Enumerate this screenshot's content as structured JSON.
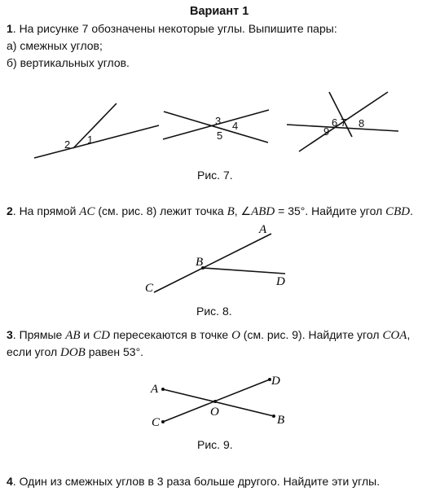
{
  "title": "Вариант 1",
  "task1": {
    "num": "1",
    "text": ". На рисунке 7 обозначены некоторые углы. Выпишите пары:",
    "a": "а) смежных углов;",
    "b": "б) вертикальных углов."
  },
  "fig7": {
    "caption": "Рис. 7.",
    "labels": [
      "1",
      "2",
      "3",
      "4",
      "5",
      "6",
      "7",
      "8",
      "9"
    ]
  },
  "task2": {
    "num": "2",
    "p1": ". На прямой ",
    "ac": "AC",
    "p2": " (см. рис. 8) лежит точка ",
    "b": "B",
    "p3": ", ∠",
    "abd": "ABD",
    "p4": " = 35°. Найдите угол ",
    "cbd": "CBD",
    "p5": "."
  },
  "fig8": {
    "caption": "Рис. 8.",
    "A": "A",
    "B": "B",
    "C": "C",
    "D": "D"
  },
  "task3": {
    "num": "3",
    "p1": ". Прямые ",
    "ab": "AB",
    "p2": " и ",
    "cd": "CD",
    "p3": " пересекаются в точке ",
    "o": "O",
    "p4": " (см. рис. 9). Найдите угол ",
    "coa": "COA",
    "p5": ",",
    "l2a": "если угол ",
    "dob": "DOB",
    "l2b": " равен 53°."
  },
  "fig9": {
    "caption": "Рис. 9.",
    "A": "A",
    "B": "B",
    "C": "C",
    "D": "D",
    "O": "O"
  },
  "task4": {
    "num": "4",
    "text": ". Один из смежных углов в 3 раза больше другого. Найдите эти углы."
  }
}
